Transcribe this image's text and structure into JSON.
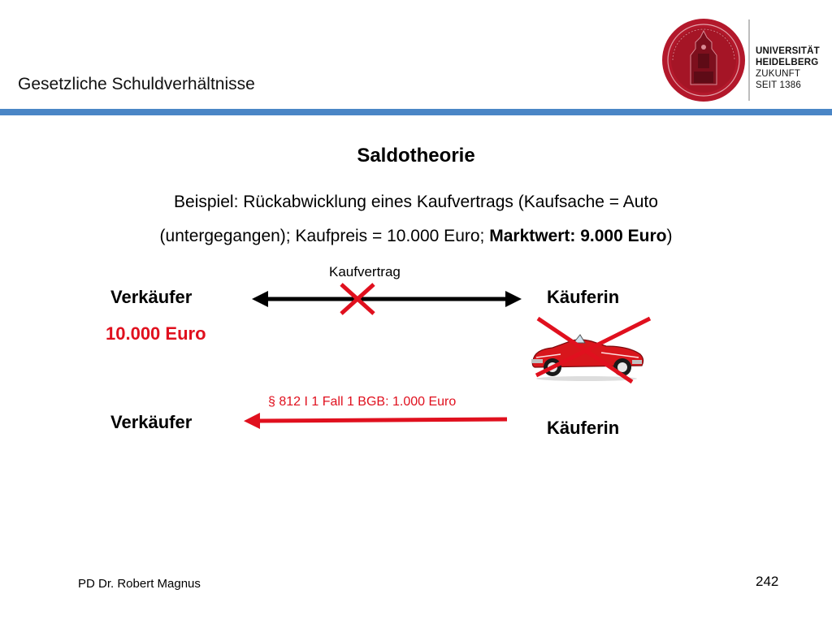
{
  "header": {
    "title": "Gesetzliche Schuldverhältnisse",
    "rule_color": "#4a86c6",
    "logo_lines": [
      "UNIVERSITÄT",
      "HEIDELBERG",
      "ZUKUNFT",
      "SEIT 1386"
    ]
  },
  "slide": {
    "title": "Saldotheorie",
    "example": {
      "line1": "Beispiel: Rückabwicklung eines Kaufvertrags (Kaufsache = Auto",
      "line2_plain": "(untergegangen); Kaufpreis = 10.000 Euro; ",
      "line2_bold": "Marktwert: 9.000 Euro",
      "line2_end": ")"
    },
    "diagram": {
      "contract_label": "Kaufvertrag",
      "seller_top": "Verkäufer",
      "buyer_top": "Käuferin",
      "price": "10.000 Euro",
      "claim": "§  812 I 1 Fall 1 BGB: 1.000 Euro",
      "seller_bottom": "Verkäufer",
      "buyer_bottom": "Käuferin"
    },
    "colors": {
      "accent_red": "#e0101e",
      "seal_red": "#b3182b"
    },
    "icons": {
      "car": "car-icon",
      "cross": "cross-icon",
      "seal": "university-seal-icon"
    }
  },
  "footer": {
    "author": "PD Dr. Robert Magnus",
    "page": "242"
  }
}
